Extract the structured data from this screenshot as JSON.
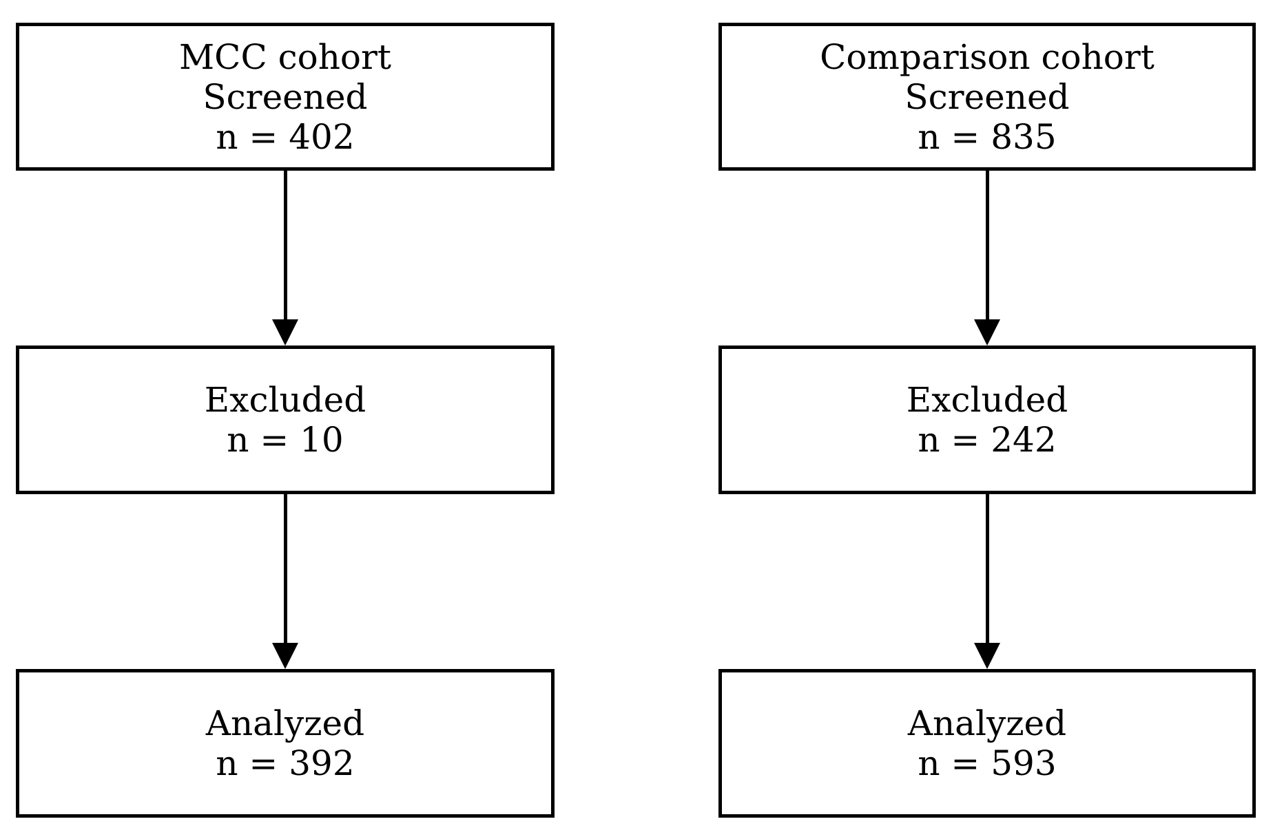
{
  "diagram": {
    "type": "cohort-flowchart",
    "colors": {
      "border": "#000000",
      "text": "#000000",
      "background": "#ffffff"
    },
    "columns": [
      {
        "id": "mcc-cohort",
        "boxes": [
          {
            "lines": [
              "MCC cohort",
              "Screened",
              "n = 402"
            ]
          },
          {
            "lines": [
              "Excluded",
              "n = 10"
            ]
          },
          {
            "lines": [
              "Analyzed",
              "n = 392"
            ]
          }
        ]
      },
      {
        "id": "comparison-cohort",
        "boxes": [
          {
            "lines": [
              "Comparison cohort",
              "Screened",
              "n = 835"
            ]
          },
          {
            "lines": [
              "Excluded",
              "n = 242"
            ]
          },
          {
            "lines": [
              "Analyzed",
              "n = 593"
            ]
          }
        ]
      }
    ]
  }
}
